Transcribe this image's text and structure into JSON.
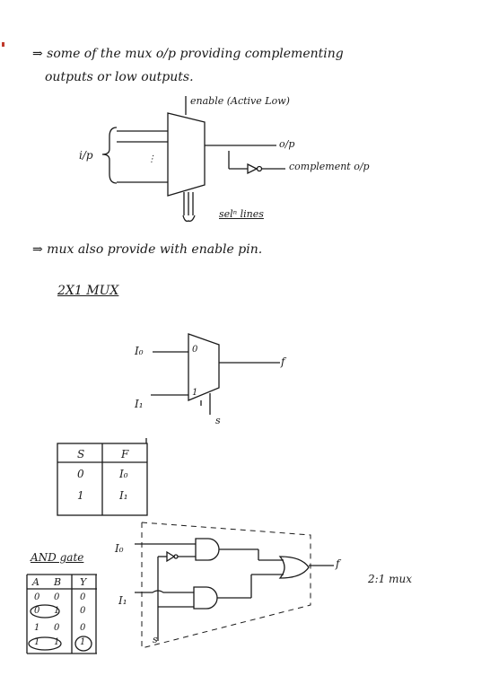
{
  "notes": {
    "line1": "⇒ some of the mux o/p providing complementing",
    "line2": "outputs or low outputs.",
    "line3": "⇒ mux also provide with enable pin.",
    "heading": "2X1 MUX",
    "side_label": "2:1 mux"
  },
  "diagram1": {
    "enable_label": "enable (Active Low)",
    "input_label": "i/p",
    "output_label": "o/p",
    "complement_label": "complement o/p",
    "select_label": "selⁿ lines"
  },
  "diagram2": {
    "in0_label": "I₀",
    "in1_label": "I₁",
    "pin0": "0",
    "pin1": "1",
    "out_label": "f",
    "sel_label": "s"
  },
  "truth_table": {
    "headers": [
      "S",
      "F"
    ],
    "rows": [
      [
        "0",
        "I₀"
      ],
      [
        "1",
        "I₁"
      ]
    ]
  },
  "and_table": {
    "title": "AND gate",
    "headers": [
      "A",
      "B",
      "Y"
    ],
    "rows": [
      [
        "0",
        "0",
        "0"
      ],
      [
        "0",
        "1",
        "0"
      ],
      [
        "1",
        "0",
        "0"
      ],
      [
        "1",
        "1",
        "1"
      ]
    ]
  },
  "circuit": {
    "in0_label": "I₀",
    "in1_label": "I₁",
    "out_label": "f",
    "sel_label": "s"
  }
}
